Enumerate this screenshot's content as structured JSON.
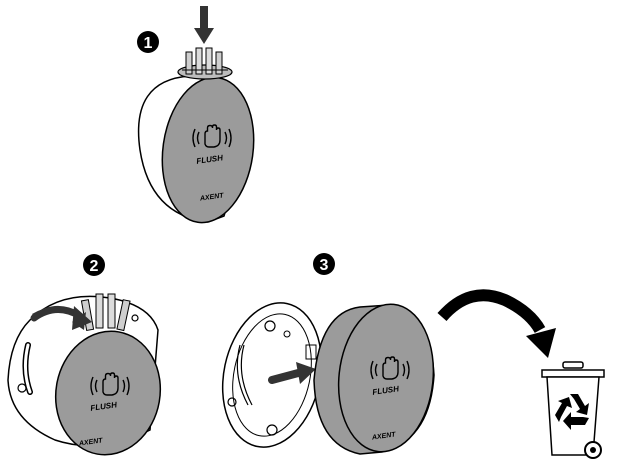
{
  "steps": [
    {
      "number": "1"
    },
    {
      "number": "2"
    },
    {
      "number": "3"
    }
  ],
  "device": {
    "button_label": "FLUSH",
    "brand": "AXENT",
    "icon": "hand-wave-icon"
  },
  "icons": {
    "push_arrow": "down-arrow-icon",
    "rotate_arrow": "curved-rotate-arrow-icon",
    "insert_arrow": "right-arrow-icon",
    "discard_arrow": "curved-discard-arrow-icon",
    "recycle_bin": "recycling-bin-icon"
  },
  "colors": {
    "device_face": "#9b9b9b",
    "device_body": "#ffffff",
    "outline": "#000000"
  }
}
